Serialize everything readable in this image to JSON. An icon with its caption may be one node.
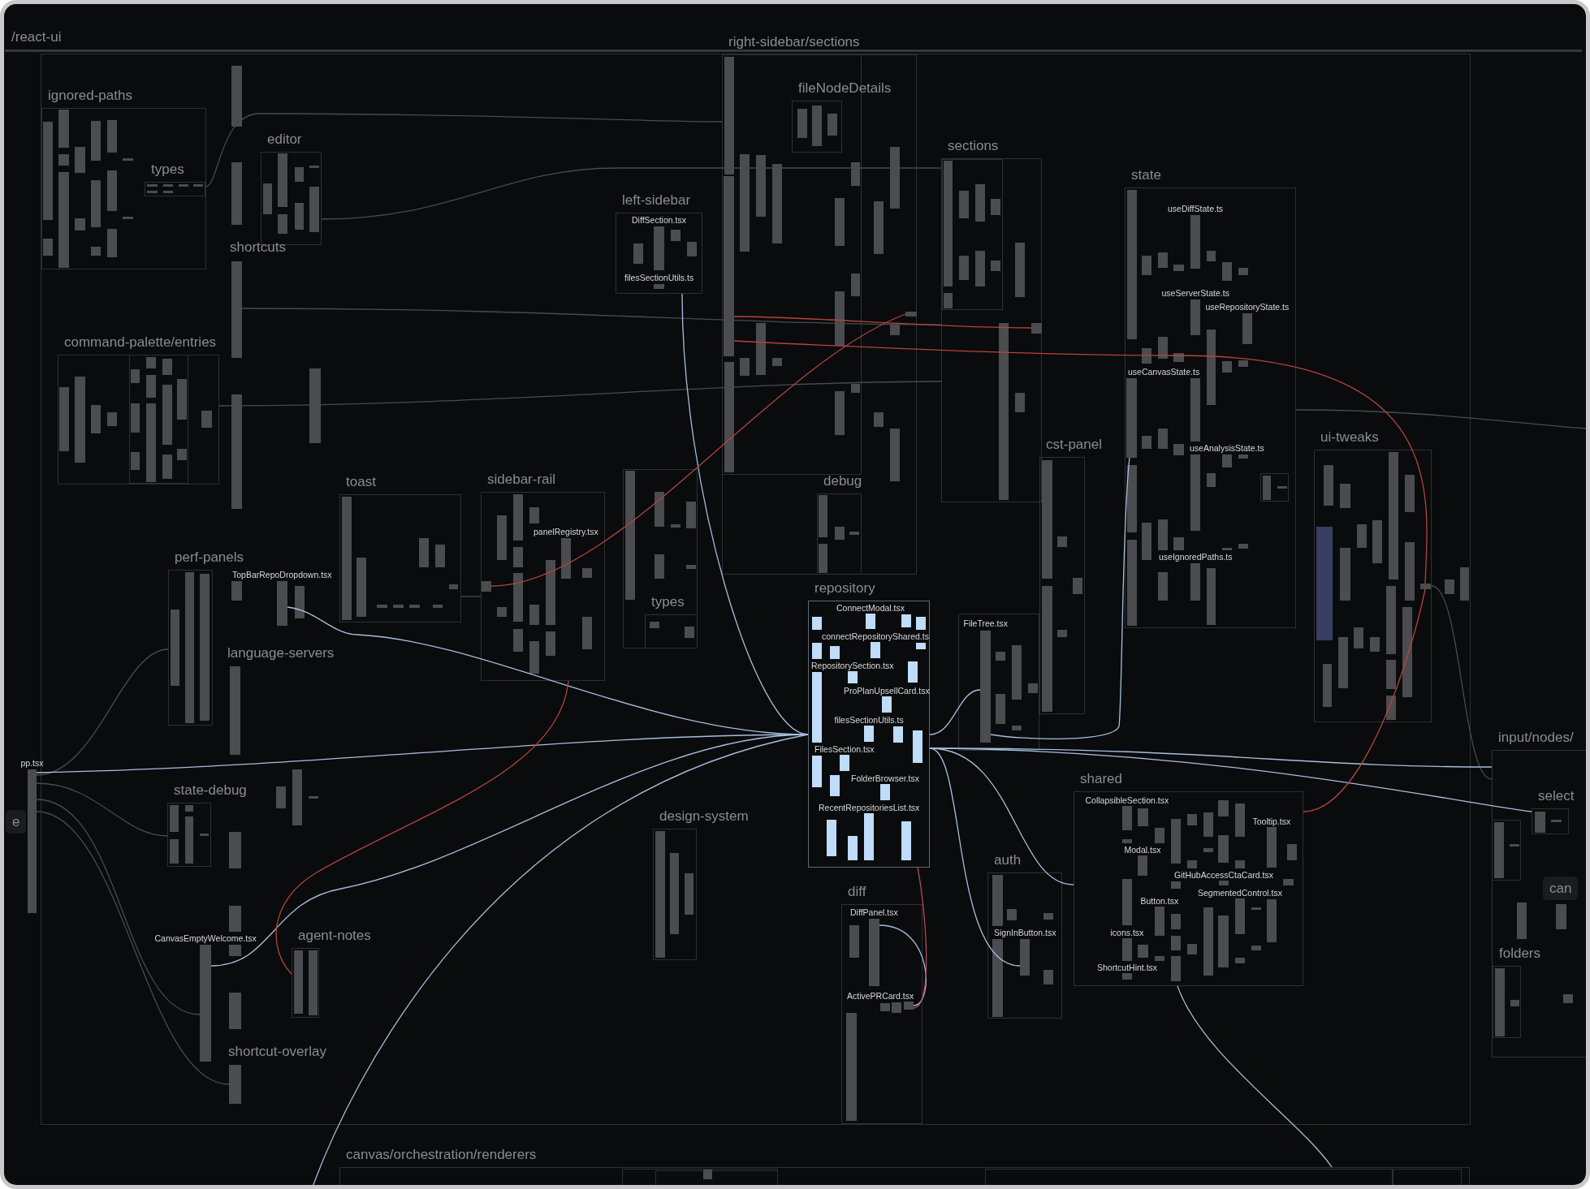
{
  "diagram": {
    "nodes": [
      {
        "text": [
          "/react-ui"
        ]
      },
      {
        "text": [],
        "shape": "box",
        "in": 0
      },
      {
        "text": [
          "ignored-paths"
        ],
        "in": 1
      },
      {
        "text": [
          "types"
        ],
        "in": 2
      },
      {
        "text": [
          "editor"
        ],
        "in": 1
      },
      {
        "text": [
          "shortcuts"
        ],
        "in": 1
      },
      {
        "text": [
          "command-palette/entries"
        ],
        "in": 1
      },
      {
        "text": [],
        "shape": "box",
        "in": 6
      },
      {
        "text": [
          "toast"
        ],
        "in": 1
      },
      {
        "text": [
          "sidebar-rail"
        ],
        "in": 1
      },
      {
        "text": [
          "panelRegistry.tsx"
        ],
        "in": 9
      },
      {
        "text": [
          "perf-panels"
        ],
        "in": 1
      },
      {
        "text": [
          "TopBarRepoDropdown.tsx"
        ],
        "in": 1
      },
      {
        "text": [
          "language-servers"
        ],
        "in": 1
      },
      {
        "text": [
          "state-debug"
        ],
        "in": 1
      },
      {
        "text": [
          "pp.tsx"
        ],
        "in": 0
      },
      {
        "text": [
          "e"
        ],
        "in": 0
      },
      {
        "text": [
          "CanvasEmptyWelcome.tsx"
        ],
        "in": 1
      },
      {
        "text": [
          "agent-notes"
        ],
        "in": 1
      },
      {
        "text": [
          "shortcut-overlay"
        ],
        "in": 1
      },
      {
        "text": [
          "right-sidebar/sections"
        ],
        "in": 1
      },
      {
        "text": [],
        "shape": "box",
        "in": 20
      },
      {
        "text": [
          "fileNodeDetails"
        ],
        "in": 20
      },
      {
        "text": [
          "left-sidebar"
        ],
        "in": 1
      },
      {
        "text": [
          "DiffSection.tsx"
        ],
        "in": 23
      },
      {
        "text": [
          "filesSectionUtils.ts"
        ],
        "in": 23
      },
      {
        "text": [
          "sections"
        ],
        "in": 1
      },
      {
        "text": [],
        "shape": "box",
        "in": 26
      },
      {
        "text": [
          "debug"
        ],
        "in": 20
      },
      {
        "text": [],
        "shape": "box",
        "in": 1
      },
      {
        "text": [
          "types"
        ],
        "in": 29
      },
      {
        "text": [
          "repository"
        ],
        "in": 1
      },
      {
        "text": [
          "ConnectModal.tsx"
        ],
        "in": 31
      },
      {
        "text": [
          "connectRepositoryShared.ts"
        ],
        "in": 31
      },
      {
        "text": [
          "RepositorySection.tsx"
        ],
        "in": 31
      },
      {
        "text": [
          "ProPlanUpsellCard.tsx"
        ],
        "in": 31
      },
      {
        "text": [
          "filesSectionUtils.ts"
        ],
        "in": 31
      },
      {
        "text": [
          "FilesSection.tsx"
        ],
        "in": 31
      },
      {
        "text": [
          "FolderBrowser.tsx"
        ],
        "in": 31
      },
      {
        "text": [
          "RecentRepositoriesList.tsx"
        ],
        "in": 31
      },
      {
        "text": [
          "diff"
        ],
        "in": 1
      },
      {
        "text": [
          "DiffPanel.tsx"
        ],
        "in": 40
      },
      {
        "text": [
          "ActivePRCard.tsx"
        ],
        "in": 40
      },
      {
        "text": [
          "design-system"
        ],
        "in": 1
      },
      {
        "text": [],
        "shape": "box",
        "in": 1
      },
      {
        "text": [
          "FileTree.tsx"
        ],
        "in": 44
      },
      {
        "text": [
          "auth"
        ],
        "in": 1
      },
      {
        "text": [
          "SignInButton.tsx"
        ],
        "in": 46
      },
      {
        "text": [
          "state"
        ],
        "in": 1
      },
      {
        "text": [
          "useDiffState.ts"
        ],
        "in": 48
      },
      {
        "text": [
          "useServerState.ts"
        ],
        "in": 48
      },
      {
        "text": [
          "useRepositoryState.ts"
        ],
        "in": 48
      },
      {
        "text": [
          "useCanvasState.ts"
        ],
        "in": 48
      },
      {
        "text": [
          "useAnalysisState.ts"
        ],
        "in": 48
      },
      {
        "text": [
          "useIgnoredPaths.ts"
        ],
        "in": 48
      },
      {
        "text": [
          "cst-panel"
        ],
        "in": 1
      },
      {
        "text": [
          "ui-tweaks"
        ],
        "in": 1
      },
      {
        "text": [
          "shared"
        ],
        "in": 1
      },
      {
        "text": [
          "CollapsibleSection.tsx"
        ],
        "in": 57
      },
      {
        "text": [
          "Tooltip.tsx"
        ],
        "in": 57
      },
      {
        "text": [
          "Modal.tsx"
        ],
        "in": 57
      },
      {
        "text": [
          "GitHubAccessCtaCard.tsx"
        ],
        "in": 57
      },
      {
        "text": [
          "SegmentedControl.tsx"
        ],
        "in": 57
      },
      {
        "text": [
          "Button.tsx"
        ],
        "in": 57
      },
      {
        "text": [
          "icons.tsx"
        ],
        "in": 57
      },
      {
        "text": [
          "ShortcutHint.tsx"
        ],
        "in": 57
      },
      {
        "text": [
          "input/nodes/"
        ],
        "in": 0
      },
      {
        "text": [],
        "shape": "box",
        "in": 66
      },
      {
        "text": [
          "select"
        ],
        "in": 66
      },
      {
        "text": [
          "can"
        ],
        "in": 66
      },
      {
        "text": [
          "folders"
        ],
        "in": 66
      },
      {
        "text": [
          "canvas/orchestration/renderers"
        ]
      },
      {
        "text": [],
        "shape": "bar",
        "in": 21
      },
      {
        "text": [],
        "shape": "bar",
        "in": 26
      },
      {
        "text": [],
        "shape": "bar",
        "in": 56
      },
      {
        "text": [],
        "shape": "bar",
        "in": 20
      },
      {
        "text": [],
        "shape": "bar",
        "in": 9
      }
    ],
    "edges": [
      {
        "from": 5,
        "to": 26,
        "arrow": "none",
        "color": "#474a53"
      },
      {
        "from": 3,
        "to": 20,
        "arrow": "none",
        "color": "#474a53"
      },
      {
        "from": 4,
        "to": 26,
        "arrow": "none",
        "color": "#474a53"
      },
      {
        "from": 6,
        "to": 26,
        "arrow": "none",
        "color": "#474a53"
      },
      {
        "from": 15,
        "to": 11,
        "arrow": "none",
        "color": "#474a53"
      },
      {
        "from": 15,
        "to": 14,
        "arrow": "none",
        "color": "#474a53"
      },
      {
        "from": 15,
        "to": 17,
        "arrow": "none",
        "color": "#474a53"
      },
      {
        "from": 15,
        "to": 19,
        "arrow": "none",
        "color": "#474a53"
      },
      {
        "from": 8,
        "to": 9,
        "arrow": "none",
        "color": "#474a53"
      },
      {
        "from": 48,
        "to": null,
        "arrow": "none",
        "color": "#474a53"
      },
      {
        "from": 56,
        "to": 66,
        "arrow": "none",
        "color": "#474a53"
      },
      {
        "from": 15,
        "to": 31,
        "arrow": "none",
        "color": "#a6bedf"
      },
      {
        "from": 17,
        "to": 31,
        "arrow": "none",
        "color": "#a6bedf"
      },
      {
        "from": 12,
        "to": 31,
        "arrow": "none",
        "color": "#a6bedf"
      },
      {
        "from": 23,
        "to": 31,
        "arrow": "none",
        "color": "#a6bedf"
      },
      {
        "from": null,
        "to": 31,
        "arrow": "none",
        "color": "#a6bedf"
      },
      {
        "from": 31,
        "to": 66,
        "arrow": "none",
        "color": "#a6bedf"
      },
      {
        "from": 31,
        "to": 68,
        "arrow": "none",
        "color": "#a6bedf"
      },
      {
        "from": 31,
        "to": 57,
        "arrow": "none",
        "color": "#a6bedf"
      },
      {
        "from": 31,
        "to": 47,
        "arrow": "none",
        "color": "#a6bedf"
      },
      {
        "from": 31,
        "to": 45,
        "arrow": "none",
        "color": "#a6bedf"
      },
      {
        "from": 41,
        "to": 42,
        "arrow": "none",
        "color": "#a6bedf"
      },
      {
        "from": 52,
        "to": 45,
        "arrow": "none",
        "color": "#a6bedf"
      },
      {
        "from": 57,
        "to": 71,
        "arrow": "none",
        "color": "#a6bedf"
      },
      {
        "from": 72,
        "to": 73,
        "arrow": "none",
        "color": "#b4443c"
      },
      {
        "from": 72,
        "to": 74,
        "arrow": "none",
        "color": "#b4443c"
      },
      {
        "from": 76,
        "to": 75,
        "arrow": "none",
        "color": "#b4443c"
      },
      {
        "from": 18,
        "to": 9,
        "arrow": "none",
        "color": "#b4443c"
      },
      {
        "from": 42,
        "to": 31,
        "arrow": "none",
        "color": "#b8485e"
      },
      {
        "from": 57,
        "to": 74,
        "arrow": "none",
        "color": "#b4443c"
      }
    ]
  }
}
